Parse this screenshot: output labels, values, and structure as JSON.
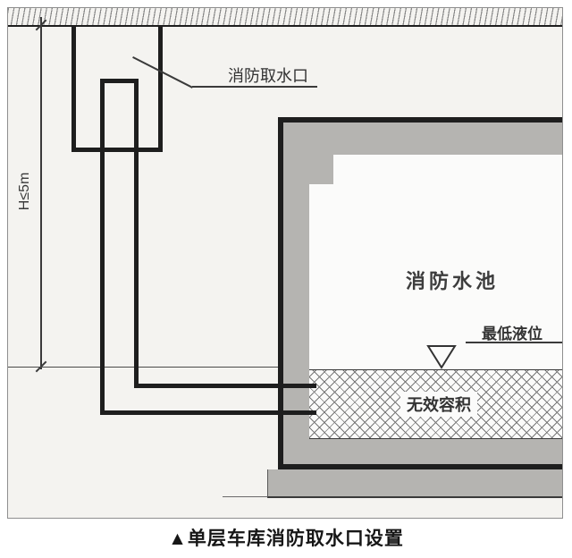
{
  "caption": "▲单层车库消防取水口设置",
  "labels": {
    "intake": "消防取水口",
    "pool": "消防水池",
    "lowest_level": "最低液位",
    "dead_volume": "无效容积",
    "height_dimension": "H≤5m"
  },
  "colors": {
    "canvas_bg": "#ffffff",
    "drawing_bg": "#f4f3f0",
    "line": "#1e1e1e",
    "concrete": "#b5b4b1",
    "hatch": "#787878",
    "text": "#2f2f2f"
  },
  "icons": {
    "water_level_marker": "inverted-triangle",
    "ground_hatch": "tick-pattern"
  }
}
